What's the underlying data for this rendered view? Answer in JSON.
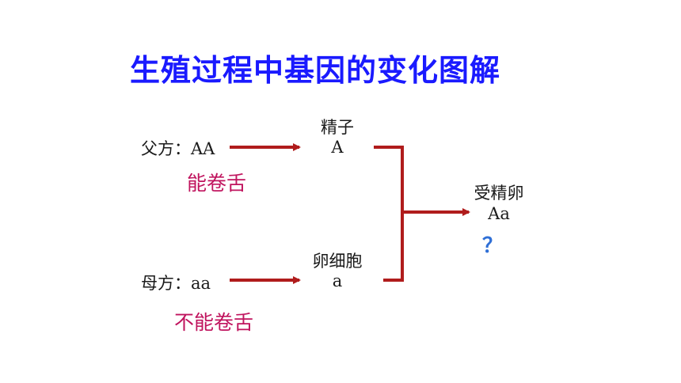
{
  "title": "生殖过程中基因的变化图解",
  "father": {
    "label": "父方：AA",
    "trait": "能卷舌"
  },
  "mother": {
    "label": "母方：aa",
    "trait": "不能卷舌"
  },
  "sperm": {
    "name": "精子",
    "gene": "A"
  },
  "egg": {
    "name": "卵细胞",
    "gene": "a"
  },
  "zygote": {
    "name": "受精卵",
    "gene": "Aa",
    "question": "？"
  },
  "colors": {
    "title": "#1a1aff",
    "trait": "#c0145e",
    "arrow": "#b01c1c",
    "question": "#2f6fd6"
  }
}
